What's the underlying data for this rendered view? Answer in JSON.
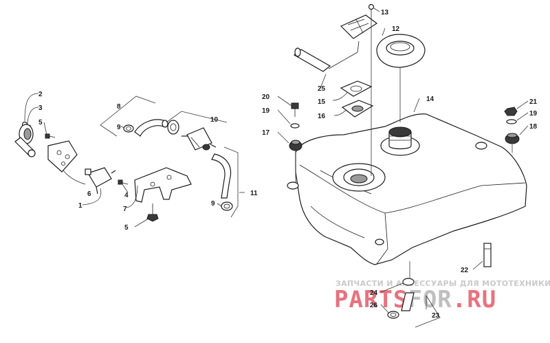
{
  "labels": {
    "l1": "1",
    "l2": "2",
    "l3": "3",
    "l4": "4",
    "l5a": "5",
    "l5b": "5",
    "l6": "6",
    "l7": "7",
    "l8": "8",
    "l9a": "9",
    "l9b": "9",
    "l10": "10",
    "l11": "11",
    "l12": "12",
    "l13": "13",
    "l14": "14",
    "l15": "15",
    "l16": "16",
    "l17": "17",
    "l18": "18",
    "l19a": "19",
    "l19b": "19",
    "l20": "20",
    "l21": "21",
    "l22": "22",
    "l23": "23",
    "l24": "24",
    "l25": "25",
    "l26": "26"
  },
  "watermark": {
    "tagline": "ЗАПЧАСТИ И АКСЕССУАРЫ ДЛЯ МОТОТЕХНИКИ",
    "brand_part1": "PARTS",
    "brand_part2": "FOR",
    "brand_part3": ".RU",
    "color_red": "#e8727e",
    "color_grey": "#bfbfbf"
  }
}
